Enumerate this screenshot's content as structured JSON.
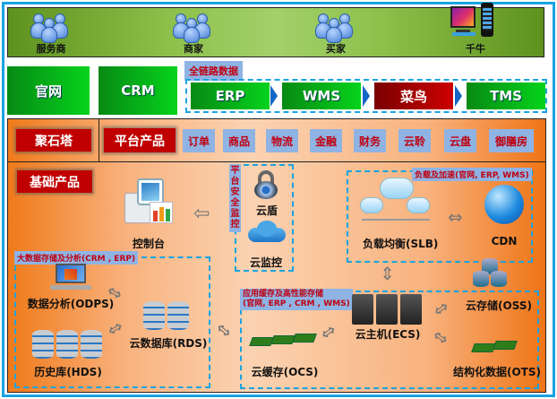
{
  "actors": [
    {
      "label": "服务商",
      "icon": "people-icon"
    },
    {
      "label": "商家",
      "icon": "people-icon"
    },
    {
      "label": "买家",
      "icon": "people-icon"
    },
    {
      "label": "千牛",
      "icon": "monitor-phone-icon"
    }
  ],
  "row2": {
    "guanwang": "官网",
    "crm": "CRM",
    "chain_tag": "全链路数据",
    "chain": [
      "ERP",
      "WMS",
      "菜鸟",
      "TMS"
    ]
  },
  "platform": {
    "brand": "聚石塔",
    "title": "平台产品",
    "items": [
      "订单",
      "商品",
      "物流",
      "金融",
      "财务",
      "云聆",
      "云盘",
      "御膳房"
    ]
  },
  "base": {
    "title": "基础产品",
    "console": "控制台",
    "security_tag": "平台安全监控",
    "security_tag_chars": [
      "平",
      "台",
      "安",
      "全",
      "监",
      "控"
    ],
    "yundun": "云盾",
    "yunjiankong": "云监控",
    "slb_group_tag": "负载及加速(官网, ERP, WMS)",
    "slb": "负载均衡(SLB)",
    "cdn": "CDN",
    "bigdata_tag": "大数据存储及分析(CRM , ERP)",
    "odps": "数据分析(ODPS)",
    "rds": "云数据库(RDS)",
    "hds": "历史库(HDS)",
    "app_tag_line1": "应用缓存及高性能存储",
    "app_tag_line2": "(官网, ERP , CRM , WMS)",
    "ecs": "云主机(ECS)",
    "ocs": "云缓存(OCS)",
    "oss": "云存储(OSS)",
    "ots": "结构化数据(OTS)"
  },
  "colors": {
    "frame": "#1aa3e0",
    "green": "#05d31c",
    "red": "#c00000",
    "tag_bg": "#8fb3e3",
    "tag_text": "#c00010",
    "orange": "#f07a1a"
  }
}
